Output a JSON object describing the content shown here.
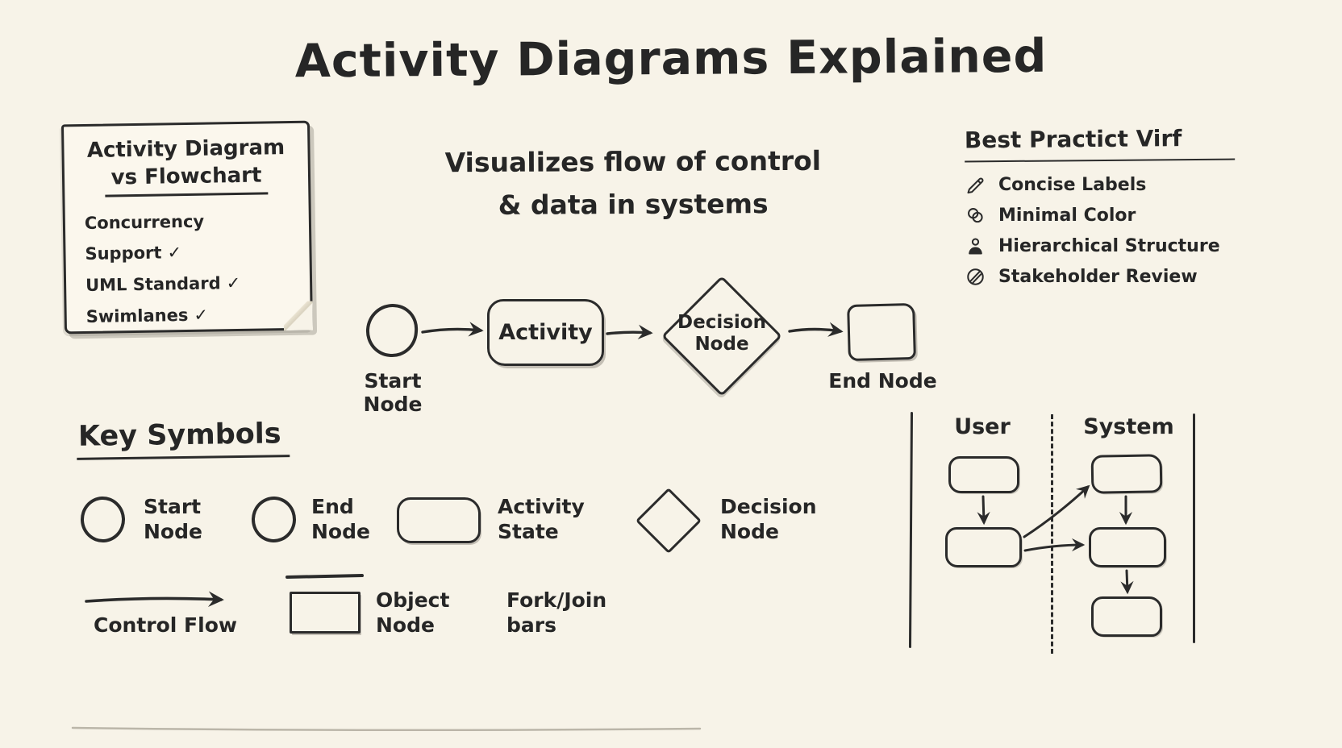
{
  "page": {
    "title": "Activity Diagrams Explained",
    "subtitle_line1": "Visualizes flow of control",
    "subtitle_line2": "& data in systems",
    "colors": {
      "ink": "#2b2b2b",
      "background": "#f7f3e8",
      "note_paper": "#fbf7ed"
    }
  },
  "comparison_note": {
    "heading_line1": "Activity Diagram",
    "heading_line2": "vs Flowchart",
    "items": [
      {
        "label": "Concurrency Support",
        "check": "✓"
      },
      {
        "label": "UML Standard",
        "check": "✓"
      },
      {
        "label": "Swimlanes",
        "check": "✓"
      }
    ]
  },
  "best_practices": {
    "heading": "Best Practict Virf",
    "items": [
      {
        "icon": "pencil-icon",
        "label": "Concise Labels"
      },
      {
        "icon": "overlapping-circles-icon",
        "label": "Minimal Color"
      },
      {
        "icon": "person-icon",
        "label": "Hierarchical Structure"
      },
      {
        "icon": "stakeholder-review-icon",
        "label": "Stakeholder Review"
      }
    ]
  },
  "main_flow": {
    "start_label": "Start Node",
    "activity_label": "Activity",
    "decision_line1": "Decision",
    "decision_line2": "Node",
    "end_label": "End Node"
  },
  "key_symbols": {
    "heading": "Key Symbols",
    "items": [
      {
        "symbol": "circle",
        "line1": "Start",
        "line2": "Node"
      },
      {
        "symbol": "circle",
        "line1": "End",
        "line2": "Node"
      },
      {
        "symbol": "rounded-rect",
        "line1": "Activity",
        "line2": "State"
      },
      {
        "symbol": "diamond",
        "line1": "Decision",
        "line2": "Node"
      },
      {
        "symbol": "arrow",
        "line1": "Control Flow",
        "line2": ""
      },
      {
        "symbol": "rect",
        "line1": "Object",
        "line2": "Node"
      },
      {
        "symbol": "bar",
        "line1": "Fork/Join",
        "line2": "bars"
      }
    ]
  },
  "swimlanes": {
    "left_header": "User",
    "right_header": "System"
  }
}
